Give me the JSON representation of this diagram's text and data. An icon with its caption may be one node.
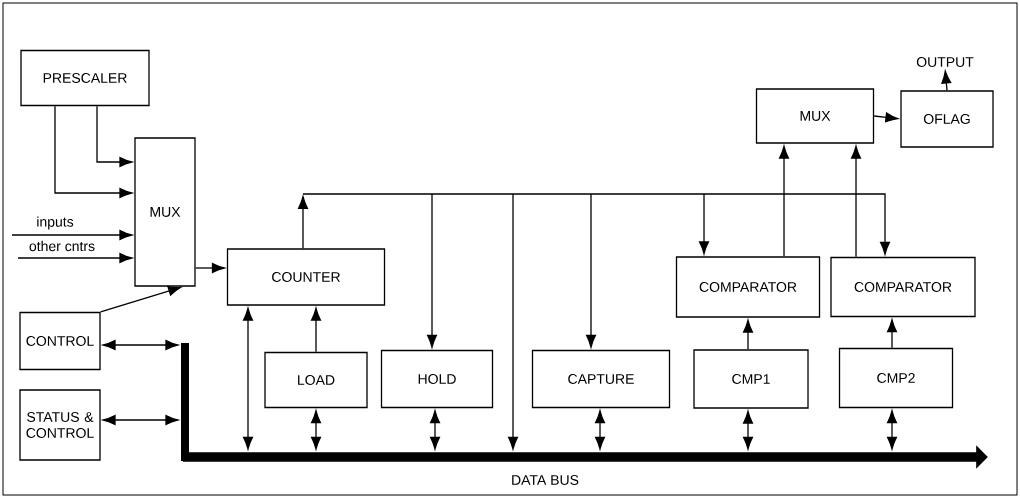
{
  "diagram": {
    "nodes": [
      {
        "text": [
          "PRESCALER"
        ]
      },
      {
        "text": [
          "MUX"
        ]
      },
      {
        "text": [
          "COUNTER"
        ]
      },
      {
        "text": [
          "CONTROL"
        ]
      },
      {
        "text": [
          "STATUS & CONTROL"
        ]
      },
      {
        "text": [
          "LOAD"
        ]
      },
      {
        "text": [
          "HOLD"
        ]
      },
      {
        "text": [
          "CAPTURE"
        ]
      },
      {
        "text": [
          "CMP1"
        ]
      },
      {
        "text": [
          "CMP2"
        ]
      },
      {
        "text": [
          "COMPARATOR"
        ]
      },
      {
        "text": [
          "COMPARATOR"
        ]
      },
      {
        "text": [
          "MUX"
        ]
      },
      {
        "text": [
          "OFLAG"
        ]
      },
      {
        "text": [
          "OUTPUT"
        ]
      },
      {
        "text": [],
        "shape": "bar",
        "beside": [
          "DATA BUS"
        ]
      },
      {
        "text": [],
        "shape": "bar"
      }
    ],
    "edges": [
      {
        "from": 0,
        "to": 1,
        "arrow": "to"
      },
      {
        "from": 0,
        "to": 1,
        "arrow": "to"
      },
      {
        "from": null,
        "to": 1,
        "arrow": "to",
        "label": "inputs"
      },
      {
        "from": null,
        "to": 1,
        "arrow": "to",
        "label": "other cntrs"
      },
      {
        "from": 3,
        "to": 1,
        "arrow": "to"
      },
      {
        "from": 1,
        "to": 2,
        "arrow": "to"
      },
      {
        "from": 3,
        "to": 16,
        "arrow": "both"
      },
      {
        "from": 4,
        "to": 16,
        "arrow": "both"
      },
      {
        "from": 2,
        "to": 15,
        "arrow": "both"
      },
      {
        "from": 5,
        "to": 2,
        "arrow": "to"
      },
      {
        "from": 5,
        "to": 15,
        "arrow": "both"
      },
      {
        "from": 6,
        "to": 15,
        "arrow": "both"
      },
      {
        "from": 7,
        "to": 15,
        "arrow": "both"
      },
      {
        "from": 8,
        "to": 15,
        "arrow": "both"
      },
      {
        "from": 9,
        "to": 15,
        "arrow": "both"
      },
      {
        "from": 8,
        "to": 10,
        "arrow": "to"
      },
      {
        "from": 9,
        "to": 11,
        "arrow": "to"
      },
      {
        "from": 10,
        "to": 12,
        "arrow": "to"
      },
      {
        "from": 11,
        "to": 12,
        "arrow": "to"
      },
      {
        "from": 12,
        "to": 13,
        "arrow": "to"
      },
      {
        "from": 13,
        "to": 14,
        "arrow": "to"
      },
      {
        "from": 2,
        "to": null,
        "arrow": "to"
      },
      {
        "from": null,
        "to": 6,
        "arrow": "to"
      },
      {
        "from": null,
        "to": 15,
        "arrow": "to"
      },
      {
        "from": null,
        "to": 7,
        "arrow": "to"
      },
      {
        "from": null,
        "to": 10,
        "arrow": "to"
      },
      {
        "from": null,
        "to": 11,
        "arrow": "to"
      }
    ]
  }
}
